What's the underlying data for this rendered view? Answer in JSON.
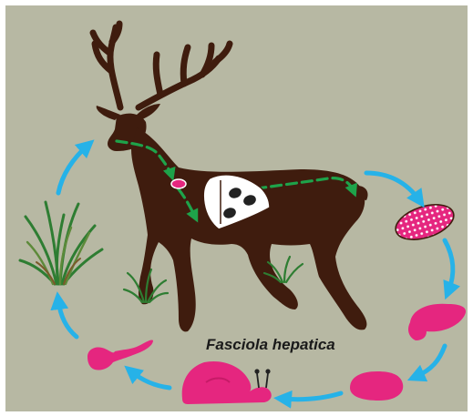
{
  "diagram": {
    "species_label": "Fasciola hepatica"
  },
  "colors": {
    "background": "#b7b8a3",
    "host": "#3f1c0e",
    "parasite_stage": "#e5267f",
    "cycle_arrow": "#26b2e8",
    "migration_path": "#1ea34a",
    "liver": "#ffffff",
    "grass": "#2f7a2f"
  },
  "stages": [
    {
      "stage": "deer-host",
      "icon": "deer-silhouette"
    },
    {
      "stage": "liver-flukes",
      "icon": "liver-with-flukes-icon"
    },
    {
      "stage": "egg",
      "icon": "egg-icon"
    },
    {
      "stage": "miracidium",
      "icon": "miracidium-icon"
    },
    {
      "stage": "sporocyst",
      "icon": "sporocyst-icon"
    },
    {
      "stage": "snail-host",
      "icon": "snail-icon"
    },
    {
      "stage": "cercaria",
      "icon": "cercaria-icon"
    },
    {
      "stage": "vegetation",
      "icon": "grass-icon"
    }
  ]
}
